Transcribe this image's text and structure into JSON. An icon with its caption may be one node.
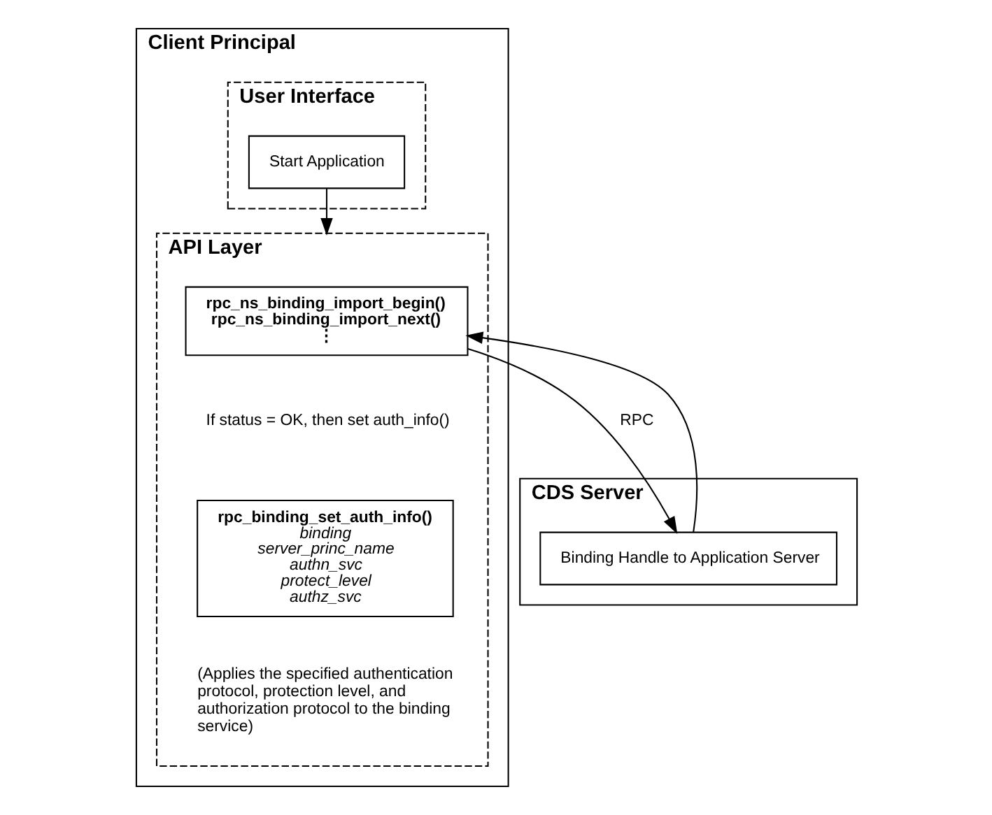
{
  "diagram": {
    "nodes": [
      {
        "text": [
          "Client Principal"
        ]
      },
      {
        "text": [
          "User Interface"
        ],
        "in": 0
      },
      {
        "text": [
          "Start Application"
        ],
        "in": 1
      },
      {
        "text": [
          "API Layer"
        ],
        "in": 0
      },
      {
        "text": [
          "rpc_ns_binding_import_begin()",
          "rpc_ns_binding_import_next()",
          "⋮"
        ],
        "in": 3
      },
      {
        "text": [
          "rpc_binding_set_auth_info()",
          "binding",
          "server_princ_name",
          "authn_svc",
          "protect_level",
          "authz_svc"
        ],
        "in": 3
      },
      {
        "text": [
          "CDS Server"
        ]
      },
      {
        "text": [
          "Binding Handle to Application Server"
        ],
        "in": 6
      }
    ],
    "edges": [
      {
        "from": 2,
        "to": 3,
        "arrow": "to"
      },
      {
        "from": 4,
        "to": 7,
        "arrow": "to",
        "label": "RPC"
      },
      {
        "from": 7,
        "to": 4,
        "arrow": "to"
      }
    ],
    "labels": [
      "If status = OK, then set auth_info()",
      "(Applies the specified authentication protocol, protection level, and authorization protocol to the binding service)"
    ]
  }
}
